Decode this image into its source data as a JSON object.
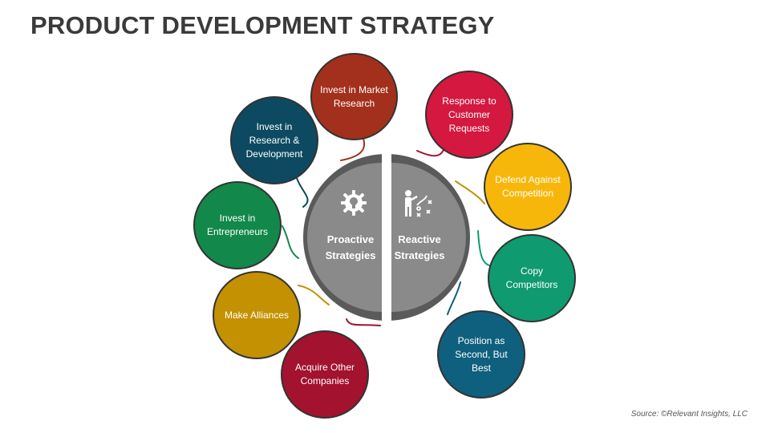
{
  "title": "PRODUCT DEVELOPMENT STRATEGY",
  "source": "Source: ©Relevant Insights, LLC",
  "center": {
    "left_label": "Proactive Strategies",
    "right_label": "Reactive Strategies",
    "left_color": "#8a8a8a",
    "right_color": "#8a8a8a",
    "ring_color": "#5a5a5a"
  },
  "proactive": [
    {
      "label": "Invest in Market Research",
      "color": "#a3301c"
    },
    {
      "label": "Invest in Research & Development",
      "color": "#0d4a62"
    },
    {
      "label": "Invest in Entrepreneurs",
      "color": "#12884a"
    },
    {
      "label": "Make Alliances",
      "color": "#c49102"
    },
    {
      "label": "Acquire Other Companies",
      "color": "#a3122f"
    }
  ],
  "reactive": [
    {
      "label": "Response to Customer Requests",
      "color": "#d4183f"
    },
    {
      "label": "Defend Against Competition",
      "color": "#f7b70a"
    },
    {
      "label": "Copy Competitors",
      "color": "#0f9a70"
    },
    {
      "label": "Position as Second, But Best",
      "color": "#0f5f7e"
    }
  ],
  "icons": {
    "left": "gear-lightbulb-icon",
    "right": "strategy-person-icon"
  }
}
